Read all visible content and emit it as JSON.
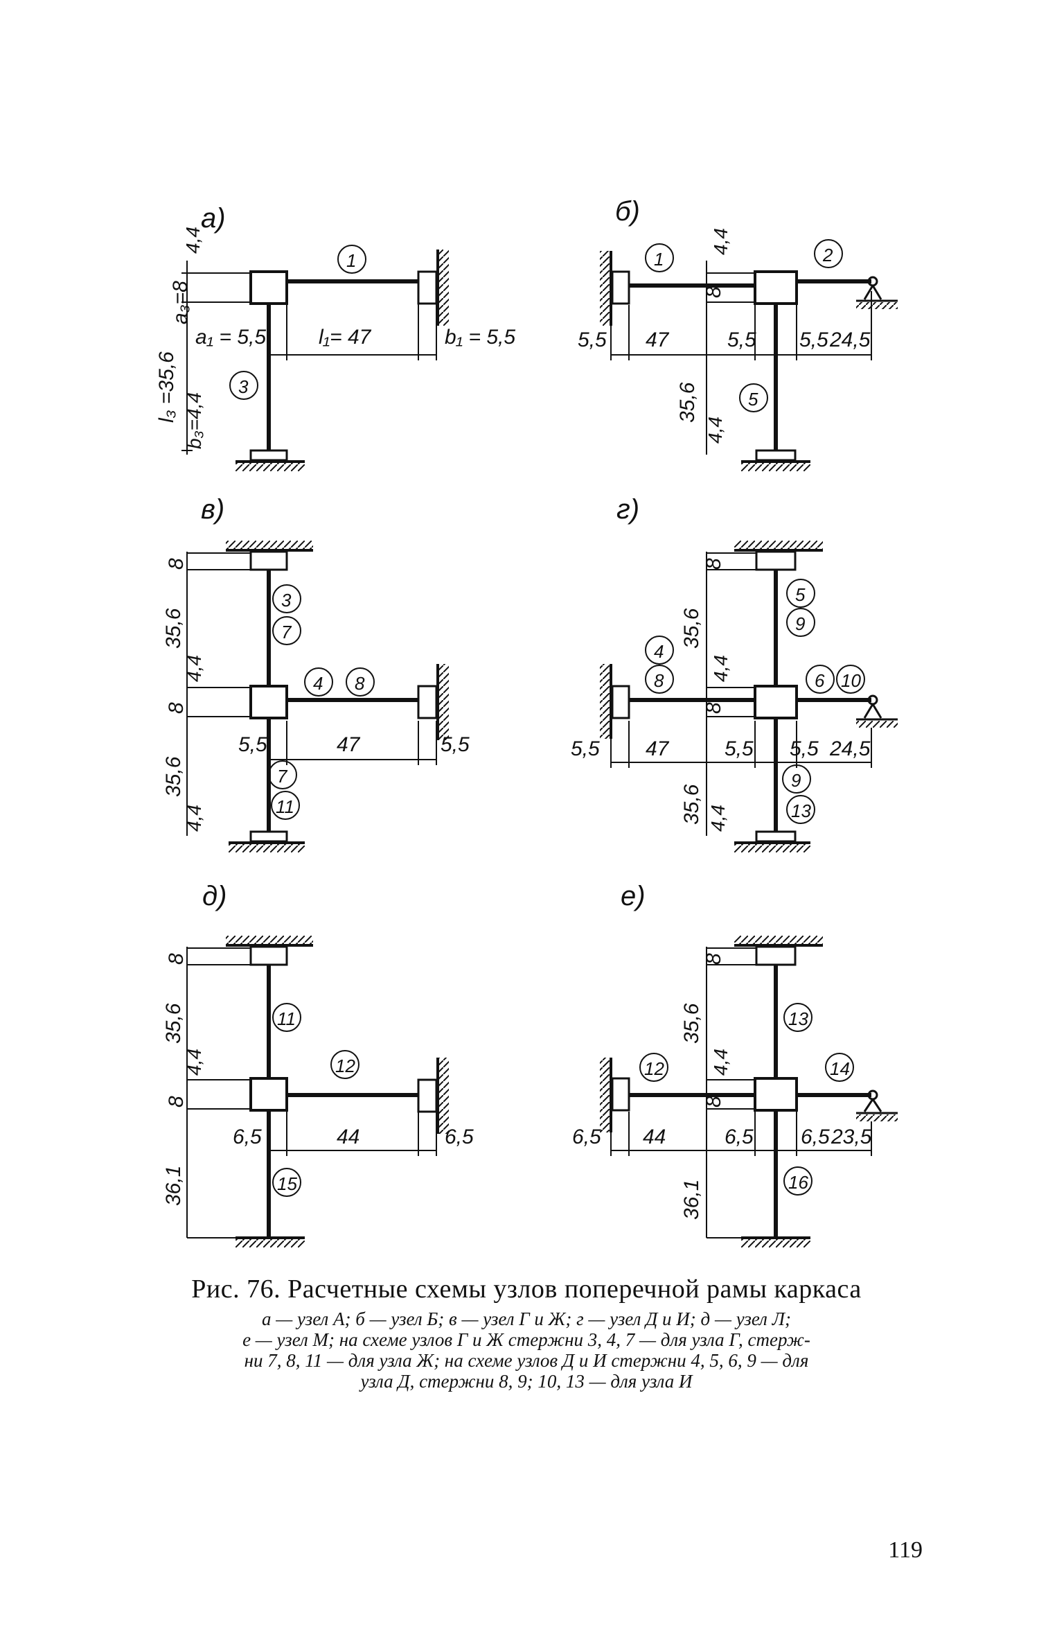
{
  "panels": [
    {
      "letter": "а)",
      "numbers": {
        "top_small": "4,4",
        "a3": "a₃=8",
        "l3": "l₃ =35,6",
        "b3": "b₃=4,4",
        "a1": "a₁ = 5,5",
        "l1": "l₁= 47",
        "b1": "b₁ = 5,5"
      },
      "members": [
        "1",
        "3"
      ]
    },
    {
      "letter": "б)",
      "numbers": {
        "top_small": "4,4",
        "node_h": "8",
        "left_half": "5,5",
        "span": "47",
        "node_half1": "5,5",
        "node_half2": "5,5",
        "right_span": "24,5",
        "col_len": "35,6",
        "bottom_small": "4,4"
      },
      "members": [
        "1",
        "2",
        "5"
      ]
    },
    {
      "letter": "в)",
      "numbers": {
        "top_node": "8",
        "upper_col": "35,6",
        "mid_small": "4,4",
        "mid_node": "8",
        "node_half": "5,5",
        "span": "47",
        "end_half": "5,5",
        "lower_col": "35,6",
        "bottom_small": "4,4"
      },
      "members": [
        "3",
        "7",
        "4",
        "8",
        "7",
        "11"
      ]
    },
    {
      "letter": "г)",
      "numbers": {
        "top_node": "8",
        "upper_col": "35,6",
        "mid_small": "4,4",
        "mid_node": "8",
        "left_half": "5,5",
        "span": "47",
        "node_half1": "5,5",
        "node_half2": "5,5",
        "right_span": "24,5",
        "lower_col": "35,6",
        "bottom_small": "4,4"
      },
      "members": [
        "5",
        "9",
        "4",
        "8",
        "6",
        "10",
        "9",
        "13"
      ]
    },
    {
      "letter": "д)",
      "numbers": {
        "top_node": "8",
        "upper_col": "35,6",
        "mid_small": "4,4",
        "mid_node": "8",
        "node_half": "6,5",
        "span": "44",
        "end_half": "6,5",
        "lower_col": "36,1"
      },
      "members": [
        "11",
        "12",
        "15"
      ]
    },
    {
      "letter": "е)",
      "numbers": {
        "top_node": "8",
        "upper_col": "35,6",
        "mid_small": "4,4",
        "mid_node": "8",
        "left_half": "6,5",
        "span": "44",
        "node_half1": "6,5",
        "node_half2": "6,5",
        "right_span": "23,5",
        "lower_col": "36,1"
      },
      "members": [
        "13",
        "12",
        "14",
        "16"
      ]
    }
  ],
  "caption": {
    "title": "Рис. 76. Расчетные схемы узлов поперечной рамы каркаса",
    "lines": [
      "а — узел А; б — узел Б; в — узел Г и Ж; г — узел Д и И; д — узел Л;",
      "е — узел М; на схеме узлов Г и Ж стержни 3, 4, 7 — для узла Г, стерж-",
      "ни 7, 8, 11 — для узла Ж; на схеме узлов Д и И стержни 4, 5, 6, 9 — для",
      "узла Д, стержни 8, 9; 10, 13 — для узла И"
    ]
  },
  "page_number": "119"
}
